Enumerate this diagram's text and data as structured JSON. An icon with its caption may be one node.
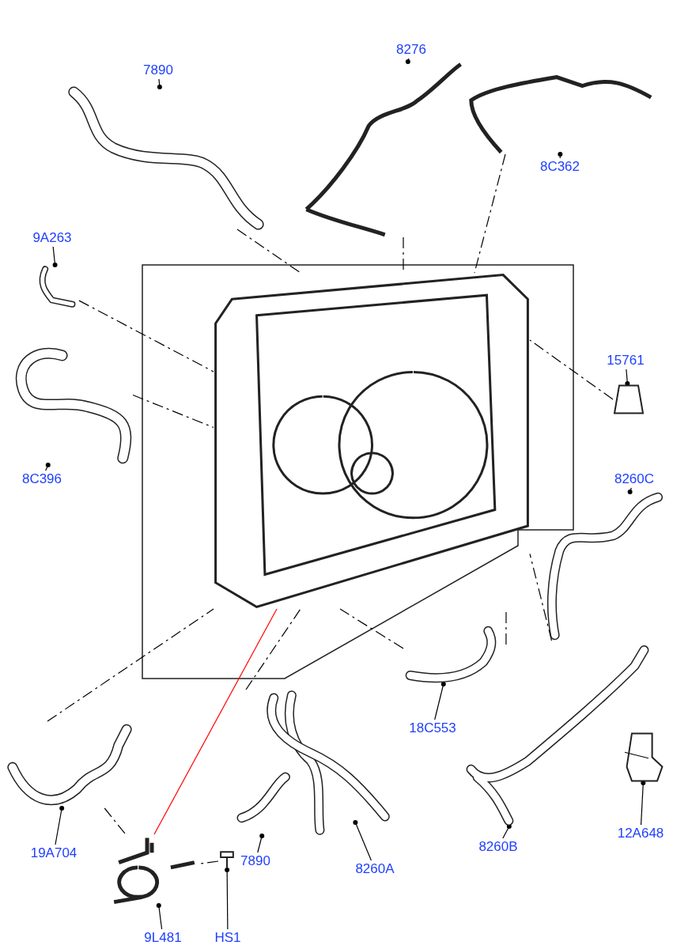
{
  "diagram": {
    "nodes": [
      {
        "text": [],
        "shape": "picture"
      },
      {
        "text": [
          "7890"
        ]
      },
      {
        "text": [],
        "shape": "picture"
      },
      {
        "text": [
          "8276"
        ]
      },
      {
        "text": [],
        "shape": "picture"
      },
      {
        "text": [
          "8C362"
        ]
      },
      {
        "text": [],
        "shape": "picture"
      },
      {
        "text": [
          "9A263"
        ]
      },
      {
        "text": [],
        "shape": "picture"
      },
      {
        "text": [
          "15761"
        ]
      },
      {
        "text": [],
        "shape": "picture"
      },
      {
        "text": [
          "8C396"
        ]
      },
      {
        "text": [],
        "shape": "picture"
      },
      {
        "text": [
          "8260C"
        ]
      },
      {
        "text": [],
        "shape": "picture"
      },
      {
        "text": [
          "18C553"
        ]
      },
      {
        "text": [],
        "shape": "picture"
      },
      {
        "text": [
          "19A704"
        ]
      },
      {
        "text": [],
        "shape": "picture"
      },
      {
        "text": [
          "7890"
        ]
      },
      {
        "text": [],
        "shape": "picture"
      },
      {
        "text": [
          "8260A"
        ]
      },
      {
        "text": [],
        "shape": "picture"
      },
      {
        "text": [
          "8260B"
        ]
      },
      {
        "text": [],
        "shape": "picture"
      },
      {
        "text": [
          "12A648"
        ]
      },
      {
        "text": [],
        "shape": "picture"
      },
      {
        "text": [
          "9L481"
        ]
      },
      {
        "text": [],
        "shape": "picture"
      },
      {
        "text": [
          "HS1"
        ]
      },
      {
        "text": [],
        "shape": "picture"
      }
    ],
    "edges": [
      {
        "from": 1,
        "to": 2,
        "arrow": "other"
      },
      {
        "from": 3,
        "to": 4,
        "arrow": "other"
      },
      {
        "from": 5,
        "to": 6,
        "arrow": "other"
      },
      {
        "from": 7,
        "to": 8,
        "arrow": "other"
      },
      {
        "from": 9,
        "to": 10,
        "arrow": "other"
      },
      {
        "from": 11,
        "to": 12,
        "arrow": "other"
      },
      {
        "from": 13,
        "to": 14,
        "arrow": "other"
      },
      {
        "from": 15,
        "to": 16,
        "arrow": "other"
      },
      {
        "from": 17,
        "to": 18,
        "arrow": "other"
      },
      {
        "from": 19,
        "to": 20,
        "arrow": "other"
      },
      {
        "from": 21,
        "to": 22,
        "arrow": "other"
      },
      {
        "from": 23,
        "to": 24,
        "arrow": "other"
      },
      {
        "from": 25,
        "to": 26,
        "arrow": "other"
      },
      {
        "from": 27,
        "to": 28,
        "arrow": "other"
      },
      {
        "from": 29,
        "to": 30,
        "arrow": "other"
      },
      {
        "from": 2,
        "to": 0,
        "arrow": "none",
        "style": "dashed"
      },
      {
        "from": 4,
        "to": 0,
        "arrow": "none",
        "style": "dashed"
      },
      {
        "from": 6,
        "to": 0,
        "arrow": "none",
        "style": "dashed"
      },
      {
        "from": 8,
        "to": 0,
        "arrow": "none",
        "style": "dashed"
      },
      {
        "from": 10,
        "to": 0,
        "arrow": "none",
        "style": "dashed"
      },
      {
        "from": 12,
        "to": 0,
        "arrow": "none",
        "style": "dashed"
      },
      {
        "from": 14,
        "to": 0,
        "arrow": "none",
        "style": "dashed"
      },
      {
        "from": 16,
        "to": 0,
        "arrow": "none",
        "style": "dashed"
      },
      {
        "from": 18,
        "to": 0,
        "arrow": "none",
        "style": "dashed"
      },
      {
        "from": 20,
        "to": 0,
        "arrow": "none",
        "style": "dashed"
      },
      {
        "from": 24,
        "to": 0,
        "arrow": "none",
        "style": "dashed"
      },
      {
        "from": 28,
        "to": 0,
        "arrow": "none",
        "color": "#ff0000"
      },
      {
        "from": 18,
        "to": 28,
        "arrow": "none",
        "style": "dashed"
      },
      {
        "from": 30,
        "to": 28,
        "arrow": "none",
        "style": "dashed"
      },
      {
        "from": 26,
        "to": 24,
        "arrow": "none"
      }
    ]
  }
}
